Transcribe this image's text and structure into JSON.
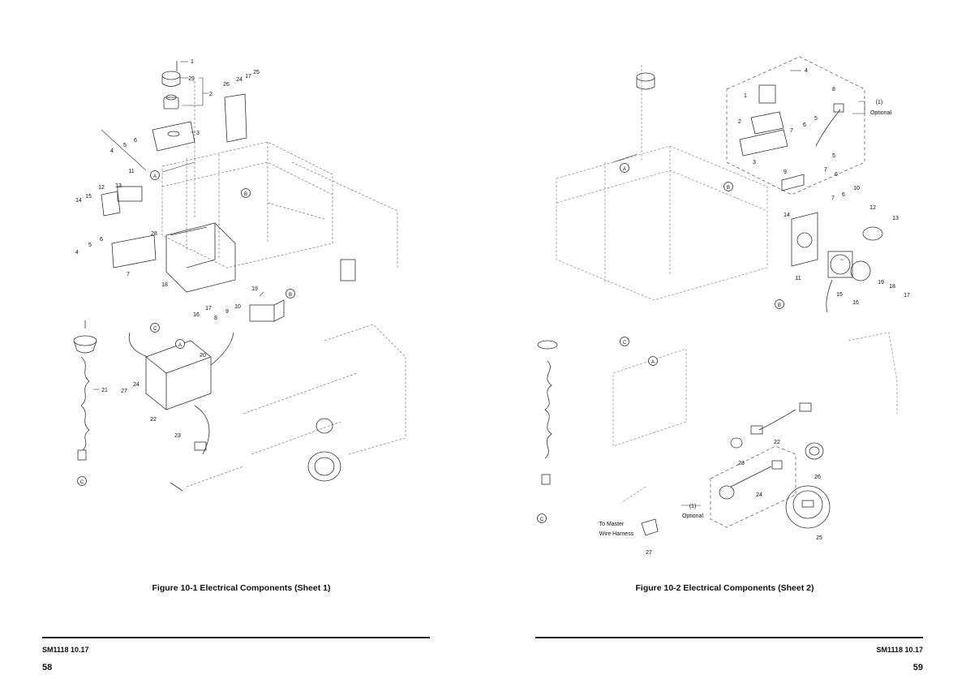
{
  "left_page": {
    "caption": "Figure 10-1 Electrical Components (Sheet 1)",
    "document_id": "SM1118 10.17",
    "page_number": "58",
    "callouts": [
      "1",
      "29",
      "2",
      "24",
      "17",
      "25",
      "26",
      "3",
      "4",
      "5",
      "6",
      "A",
      "11",
      "B",
      "13",
      "12",
      "14",
      "15",
      "28",
      "6",
      "5",
      "4",
      "7",
      "18",
      "19",
      "B",
      "10",
      "9",
      "8",
      "16",
      "17",
      "C",
      "A",
      "20",
      "21",
      "27",
      "24",
      "22",
      "23",
      "C"
    ]
  },
  "right_page": {
    "caption": "Figure 10-2 Electrical Components (Sheet 2)",
    "document_id": "SM1118 10.17",
    "page_number": "59",
    "callouts": [
      "4",
      "1",
      "8",
      "(1)",
      "Optional",
      "2",
      "7",
      "6",
      "5",
      "3",
      "5",
      "A",
      "9",
      "7",
      "6",
      "B",
      "10",
      "7",
      "6",
      "14",
      "12",
      "13",
      "11",
      "15",
      "16",
      "19",
      "18",
      "17",
      "B",
      "C",
      "A",
      "22",
      "23",
      "26",
      "24",
      "(1)",
      "Optional",
      "To Master",
      "Wire Harness",
      "25",
      "27",
      "C"
    ]
  }
}
